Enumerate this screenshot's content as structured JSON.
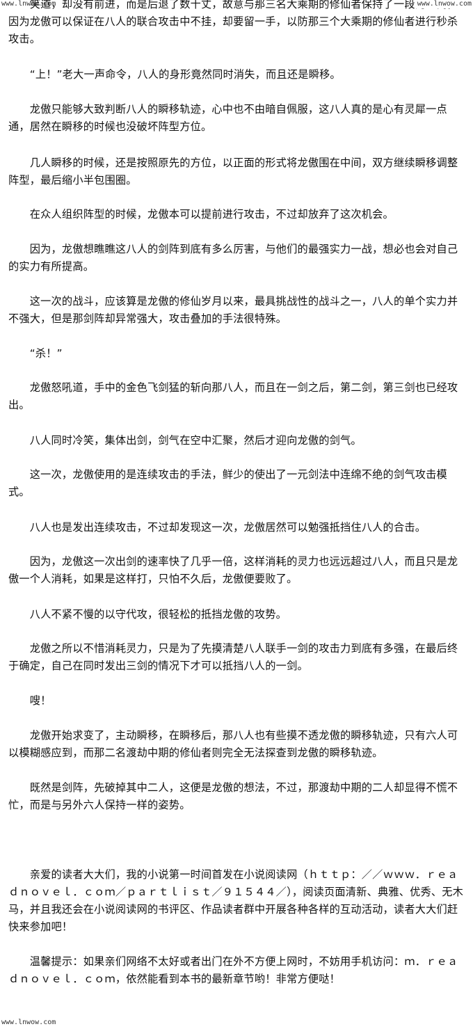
{
  "watermarks": {
    "top_left": "www.lnwow.com",
    "top_right": "www.lnwow.com",
    "bottom_left": "www.lnwow.com"
  },
  "paragraphs": [
    "　　笑道，却没有前进，而是后退了数十丈，故意与那三名大乘期的修仙者保持了一段的距离，因为龙傲可以保证在八人的联合攻击中不挂，却要留一手，以防那三个大乘期的修仙者进行秒杀攻击。",
    "　　“上！”老大一声命令，八人的身形竟然同时消失，而且还是瞬移。",
    "　　龙傲只能够大致判断八人的瞬移轨迹，心中也不由暗自佩服，这八人真的是心有灵犀一点通，居然在瞬移的时候也没破坏阵型方位。",
    "　　几人瞬移的时候，还是按照原先的方位，以正面的形式将龙傲围在中间，双方继续瞬移调整阵型，最后缩小半包围圈。",
    "　　在众人组织阵型的时候，龙傲本可以提前进行攻击，不过却放弃了这次机会。",
    "　　因为，龙傲想瞧瞧这八人的剑阵到底有多么厉害，与他们的最强实力一战，想必也会对自己的实力有所提高。",
    "　　这一次的战斗，应该算是龙傲的修仙岁月以来，最具挑战性的战斗之一，八人的单个实力并不强大，但是那剑阵却异常强大，攻击叠加的手法很特殊。",
    "　　“杀！”",
    "　　龙傲怒吼道，手中的金色飞剑猛的斩向那八人，而且在一剑之后，第二剑，第三剑也已经攻出。",
    "　　八人同时冷笑，集体出剑，剑气在空中汇聚，然后才迎向龙傲的剑气。",
    "　　这一次，龙傲使用的是连续攻击的手法，鲜少的使出了一元剑法中连绵不绝的剑气攻击模式。",
    "　　八人也是发出连续攻击，不过却发现这一次，龙傲居然可以勉强抵挡住八人的合击。",
    "　　因为，龙傲这一次出剑的速率快了几乎一倍，这样消耗的灵力也远远超过八人，而且只是龙傲一个人消耗，如果是这样打，只怕不久后，龙傲便要败了。",
    "　　八人不紧不慢的以守代攻，很轻松的抵挡龙傲的攻势。",
    "　　龙傲之所以不惜消耗灵力，只是为了先摸清楚八人联手一剑的攻击力到底有多强，在最后终于确定，自己在同时发出三剑的情况下才可以抵挡八人的一剑。",
    "　　嗖！",
    "　　龙傲开始求变了，主动瞬移，在瞬移后，那八人也有些摸不透龙傲的瞬移轨迹，只有六人可以模糊感应到，而那二名渡劫中期的修仙者则完全无法探查到龙傲的瞬移轨迹。",
    "　　既然是剑阵，先破掉其中二人，这便是龙傲的想法，不过，那渡劫中期的二人却显得不慌不忙，而是与另外六人保持一样的姿势。",
    "　　亲爱的读者大大们，我的小说第一时间首发在小说阅读网（ｈｔｔｐ：／／ｗｗｗ．ｒｅａｄｎｏｖｅｌ．ｃｏｍ／ｐａｒｔｌｉｓｔ／９１５４４／），阅读页面清新、典雅、优秀、无木马，并且我还会在小说阅读网的书评区、作品读者群中开展各种各样的互动活动，读者大大们赶快来参加吧！",
    "　　温馨提示：如果亲们网络不太好或者出门在外不方便上网时，不妨用手机访问：ｍ．ｒｅａｄｎｏｖｅｌ．ｃｏｍ，依然能看到本书的最新章节哟！非常方便哒！"
  ]
}
